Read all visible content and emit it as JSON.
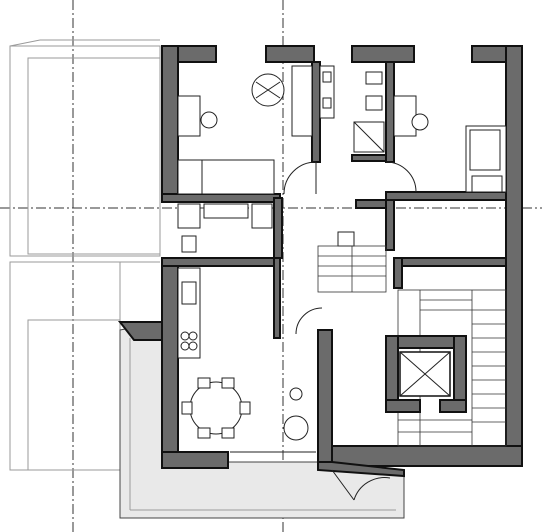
{
  "drawing": {
    "wall_fill": "#6b6b6b",
    "outline": "#111111",
    "balcony_fill": "#e9e9e9",
    "background": "#ffffff"
  },
  "rooms": [
    {
      "id": "bedroom-west",
      "icon": "bed-icon"
    },
    {
      "id": "bedroom-east",
      "icon": "bed-icon"
    },
    {
      "id": "bathroom",
      "icon": "toilet-icon"
    },
    {
      "id": "service-bath",
      "icon": "toilet-icon"
    },
    {
      "id": "kitchen-dining",
      "icon": "dining-table-icon"
    },
    {
      "id": "stair-core",
      "icon": "elevator-icon"
    }
  ]
}
